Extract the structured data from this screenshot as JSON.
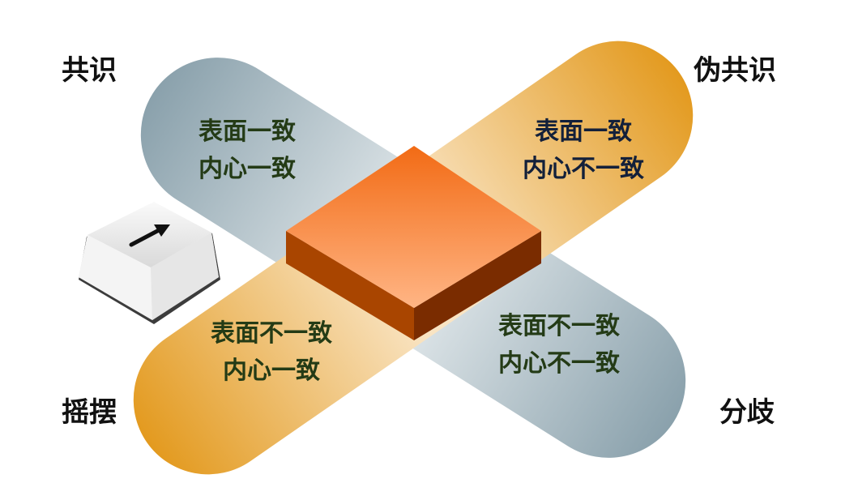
{
  "corners": {
    "top_left": "共识",
    "top_right": "伪共识",
    "bottom_left": "摇摆",
    "bottom_right": "分歧"
  },
  "quadrants": {
    "top_left": {
      "line1": "表面一致",
      "line2": "内心一致"
    },
    "top_right": {
      "line1": "表面一致",
      "line2": "内心不一致"
    },
    "bottom_left": {
      "line1": "表面不一致",
      "line2": "内心一致"
    },
    "bottom_right": {
      "line1": "表面不一致",
      "line2": "内心不一致"
    }
  },
  "colors": {
    "gray_band_dark": "#8aa1ac",
    "gray_band_light": "#dfe6e9",
    "orange_band_dark": "#e39a1f",
    "orange_band_light": "#f9e4c3",
    "center_top_light": "#ffb585",
    "center_top_dark": "#f26b15",
    "center_side_left": "#a94500",
    "center_side_right": "#7a2c00",
    "text_green": "#243b16",
    "text_navy": "#13203a"
  },
  "icons": {
    "keyboard_key": "keyboard-key-icon",
    "arrow": "arrow-up-right-icon"
  }
}
